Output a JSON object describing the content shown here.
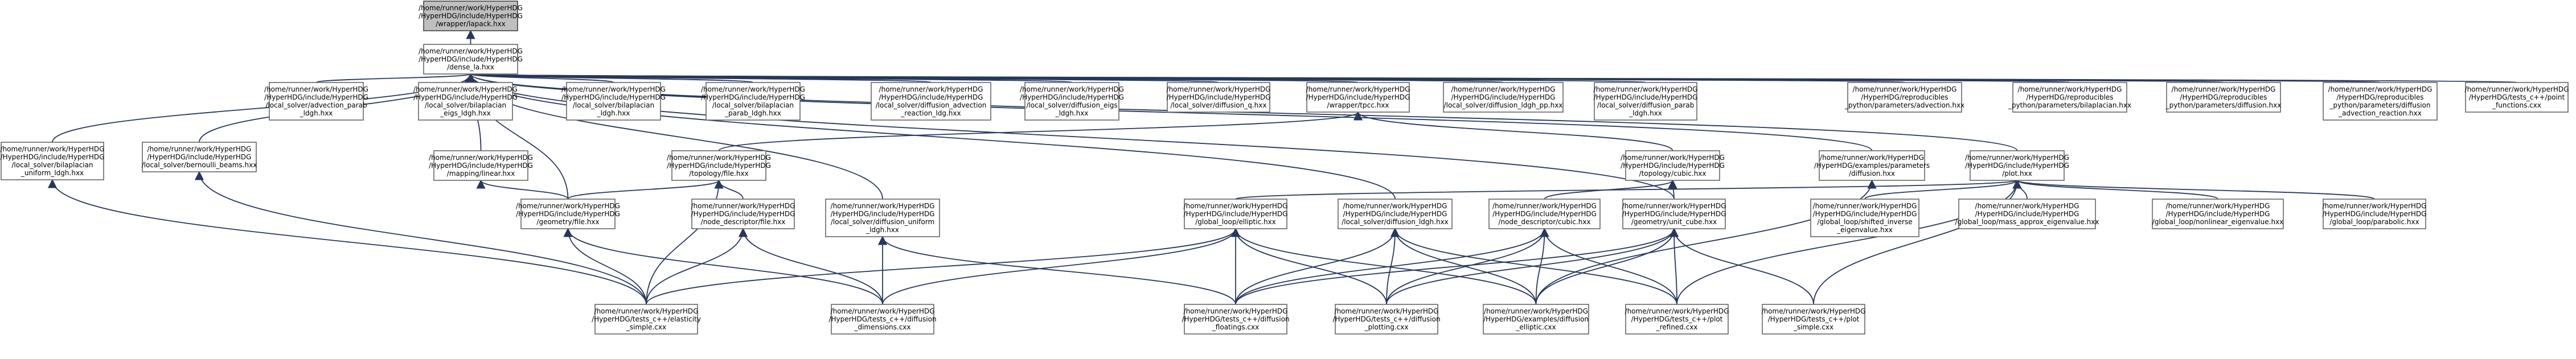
{
  "nodes": [
    {
      "id": "root",
      "lines": [
        "/home/runner/work/HyperHDG",
        "/HyperHDG/include/HyperHDG",
        "/wrapper/lapack.hxx"
      ]
    },
    {
      "id": "dense",
      "lines": [
        "/home/runner/work/HyperHDG",
        "/HyperHDG/include/HyperHDG",
        "/dense_la.hxx"
      ]
    },
    {
      "id": "adv",
      "lines": [
        "/home/runner/work/HyperHDG",
        "/HyperHDG/include/HyperHDG",
        "/local_solver/advection_parab",
        "_ldgh.hxx"
      ]
    },
    {
      "id": "bil_eigs",
      "lines": [
        "/home/runner/work/HyperHDG",
        "/HyperHDG/include/HyperHDG",
        "/local_solver/bilaplacian",
        "_eigs_ldgh.hxx"
      ]
    },
    {
      "id": "bil_ldgh",
      "lines": [
        "/home/runner/work/HyperHDG",
        "/HyperHDG/include/HyperHDG",
        "/local_solver/bilaplacian",
        "_ldgh.hxx"
      ]
    },
    {
      "id": "bil_parab",
      "lines": [
        "/home/runner/work/HyperHDG",
        "/HyperHDG/include/HyperHDG",
        "/local_solver/bilaplacian",
        "_parab_ldgh.hxx"
      ]
    },
    {
      "id": "diff_adv",
      "lines": [
        "/home/runner/work/HyperHDG",
        "/HyperHDG/include/HyperHDG",
        "/local_solver/diffusion_advection",
        "_reaction_ldg.hxx"
      ]
    },
    {
      "id": "diff_eigs",
      "lines": [
        "/home/runner/work/HyperHDG",
        "/HyperHDG/include/HyperHDG",
        "/local_solver/diffusion_eigs",
        "_ldgh.hxx"
      ]
    },
    {
      "id": "diff_q",
      "lines": [
        "/home/runner/work/HyperHDG",
        "/HyperHDG/include/HyperHDG",
        "/local_solver/diffusion_q.hxx"
      ]
    },
    {
      "id": "tpcc",
      "lines": [
        "/home/runner/work/HyperHDG",
        "/HyperHDG/include/HyperHDG",
        "/wrapper/tpcc.hxx"
      ]
    },
    {
      "id": "diff_pp",
      "lines": [
        "/home/runner/work/HyperHDG",
        "/HyperHDG/include/HyperHDG",
        "/local_solver/diffusion_ldgh_pp.hxx"
      ]
    },
    {
      "id": "diff_parab",
      "lines": [
        "/home/runner/work/HyperHDG",
        "/HyperHDG/include/HyperHDG",
        "/local_solver/diffusion_parab",
        "_ldgh.hxx"
      ]
    },
    {
      "id": "py_adv",
      "lines": [
        "/home/runner/work/HyperHDG",
        "/HyperHDG/reproducibles",
        "_python/parameters/advection.hxx"
      ]
    },
    {
      "id": "py_bil",
      "lines": [
        "/home/runner/work/HyperHDG",
        "/HyperHDG/reproducibles",
        "_python/parameters/bilaplacian.hxx"
      ]
    },
    {
      "id": "py_diff",
      "lines": [
        "/home/runner/work/HyperHDG",
        "/HyperHDG/reproducibles",
        "_python/parameters/diffusion.hxx"
      ]
    },
    {
      "id": "py_dar",
      "lines": [
        "/home/runner/work/HyperHDG",
        "/HyperHDG/reproducibles",
        "_python/parameters/diffusion",
        "_advection_reaction.hxx"
      ]
    },
    {
      "id": "tests_point",
      "lines": [
        "/home/runner/work/HyperHDG",
        "/HyperHDG/tests_c++/point",
        "_functions.cxx"
      ]
    },
    {
      "id": "bil_uniform",
      "lines": [
        "/home/runner/work/HyperHDG",
        "/HyperHDG/include/HyperHDG",
        "/local_solver/bilaplacian",
        "_uniform_ldgh.hxx"
      ]
    },
    {
      "id": "bernoulli",
      "lines": [
        "/home/runner/work/HyperHDG",
        "/HyperHDG/include/HyperHDG",
        "/local_solver/bernoulli_beams.hxx"
      ]
    },
    {
      "id": "mapping",
      "lines": [
        "/home/runner/work/HyperHDG",
        "/HyperHDG/include/HyperHDG",
        "/mapping/linear.hxx"
      ]
    },
    {
      "id": "topo_file",
      "lines": [
        "/home/runner/work/HyperHDG",
        "/HyperHDG/include/HyperHDG",
        "/topology/file.hxx"
      ]
    },
    {
      "id": "topo_cubic",
      "lines": [
        "/home/runner/work/HyperHDG",
        "/HyperHDG/include/HyperHDG",
        "/topology/cubic.hxx"
      ]
    },
    {
      "id": "ex_params",
      "lines": [
        "/home/runner/work/HyperHDG",
        "/HyperHDG/examples/parameters",
        "/diffusion.hxx"
      ]
    },
    {
      "id": "plot",
      "lines": [
        "/home/runner/work/HyperHDG",
        "/HyperHDG/include/HyperHDG",
        "/plot.hxx"
      ]
    },
    {
      "id": "geom_file",
      "lines": [
        "/home/runner/work/HyperHDG",
        "/HyperHDG/include/HyperHDG",
        "/geometry/file.hxx"
      ]
    },
    {
      "id": "node_file",
      "lines": [
        "/home/runner/work/HyperHDG",
        "/HyperHDG/include/HyperHDG",
        "/node_descriptor/file.hxx"
      ]
    },
    {
      "id": "diff_uniform",
      "lines": [
        "/home/runner/work/HyperHDG",
        "/HyperHDG/include/HyperHDG",
        "/local_solver/diffusion_uniform",
        "_ldgh.hxx"
      ]
    },
    {
      "id": "gl_elliptic",
      "lines": [
        "/home/runner/work/HyperHDG",
        "/HyperHDG/include/HyperHDG",
        "/global_loop/elliptic.hxx"
      ]
    },
    {
      "id": "diff_ldgh",
      "lines": [
        "/home/runner/work/HyperHDG",
        "/HyperHDG/include/HyperHDG",
        "/local_solver/diffusion_ldgh.hxx"
      ]
    },
    {
      "id": "node_cubic",
      "lines": [
        "/home/runner/work/HyperHDG",
        "/HyperHDG/include/HyperHDG",
        "/node_descriptor/cubic.hxx"
      ]
    },
    {
      "id": "unit_cube",
      "lines": [
        "/home/runner/work/HyperHDG",
        "/HyperHDG/include/HyperHDG",
        "/geometry/unit_cube.hxx"
      ]
    },
    {
      "id": "shifted",
      "lines": [
        "/home/runner/work/HyperHDG",
        "/HyperHDG/include/HyperHDG",
        "/global_loop/shifted_inverse",
        "_eigenvalue.hxx"
      ]
    },
    {
      "id": "mass_approx",
      "lines": [
        "/home/runner/work/HyperHDG",
        "/HyperHDG/include/HyperHDG",
        "/global_loop/mass_approx_eigenvalue.hxx"
      ]
    },
    {
      "id": "nonlinear",
      "lines": [
        "/home/runner/work/HyperHDG",
        "/HyperHDG/include/HyperHDG",
        "/global_loop/nonlinear_eigenvalue.hxx"
      ]
    },
    {
      "id": "parabolic",
      "lines": [
        "/home/runner/work/HyperHDG",
        "/HyperHDG/include/HyperHDG",
        "/global_loop/parabolic.hxx"
      ]
    },
    {
      "id": "t_elasticity",
      "lines": [
        "/home/runner/work/HyperHDG",
        "/HyperHDG/tests_c++/elasticity",
        "_simple.cxx"
      ]
    },
    {
      "id": "t_dimensions",
      "lines": [
        "/home/runner/work/HyperHDG",
        "/HyperHDG/tests_c++/diffusion",
        "_dimensions.cxx"
      ]
    },
    {
      "id": "t_floatings",
      "lines": [
        "/home/runner/work/HyperHDG",
        "/HyperHDG/tests_c++/diffusion",
        "_floatings.cxx"
      ]
    },
    {
      "id": "t_plotting",
      "lines": [
        "/home/runner/work/HyperHDG",
        "/HyperHDG/tests_c++/diffusion",
        "_plotting.cxx"
      ]
    },
    {
      "id": "ex_elliptic",
      "lines": [
        "/home/runner/work/HyperHDG",
        "/HyperHDG/examples/diffusion",
        "_elliptic.cxx"
      ]
    },
    {
      "id": "t_refined",
      "lines": [
        "/home/runner/work/HyperHDG",
        "/HyperHDG/tests_c++/plot",
        "_refined.cxx"
      ]
    },
    {
      "id": "t_plot_simple",
      "lines": [
        "/home/runner/work/HyperHDG",
        "/HyperHDG/tests_c++/plot",
        "_simple.cxx"
      ]
    }
  ],
  "edges": [
    [
      "dense",
      "root"
    ],
    [
      "adv",
      "dense"
    ],
    [
      "bil_eigs",
      "dense"
    ],
    [
      "bil_ldgh",
      "dense"
    ],
    [
      "bil_parab",
      "dense"
    ],
    [
      "diff_adv",
      "dense"
    ],
    [
      "diff_eigs",
      "dense"
    ],
    [
      "diff_q",
      "dense"
    ],
    [
      "tpcc",
      "dense"
    ],
    [
      "diff_pp",
      "dense"
    ],
    [
      "diff_parab",
      "dense"
    ],
    [
      "py_adv",
      "dense"
    ],
    [
      "py_bil",
      "dense"
    ],
    [
      "py_diff",
      "dense"
    ],
    [
      "py_dar",
      "dense"
    ],
    [
      "tests_point",
      "dense"
    ],
    [
      "bil_uniform",
      "dense"
    ],
    [
      "bernoulli",
      "dense"
    ],
    [
      "mapping",
      "dense"
    ],
    [
      "geom_file",
      "dense"
    ],
    [
      "diff_uniform",
      "dense"
    ],
    [
      "diff_ldgh",
      "dense"
    ],
    [
      "unit_cube",
      "dense"
    ],
    [
      "ex_params",
      "dense"
    ],
    [
      "plot",
      "dense"
    ],
    [
      "topo_file",
      "tpcc"
    ],
    [
      "topo_cubic",
      "tpcc"
    ],
    [
      "geom_file",
      "mapping"
    ],
    [
      "geom_file",
      "topo_file"
    ],
    [
      "node_file",
      "topo_file"
    ],
    [
      "t_elasticity",
      "topo_file"
    ],
    [
      "t_elasticity",
      "bil_uniform"
    ],
    [
      "t_elasticity",
      "bernoulli"
    ],
    [
      "t_elasticity",
      "geom_file"
    ],
    [
      "t_elasticity",
      "node_file"
    ],
    [
      "t_dimensions",
      "geom_file"
    ],
    [
      "t_dimensions",
      "node_file"
    ],
    [
      "t_dimensions",
      "diff_uniform"
    ],
    [
      "node_cubic",
      "topo_cubic"
    ],
    [
      "unit_cube",
      "topo_cubic"
    ],
    [
      "gl_elliptic",
      "plot"
    ],
    [
      "shifted",
      "plot"
    ],
    [
      "mass_approx",
      "plot"
    ],
    [
      "nonlinear",
      "plot"
    ],
    [
      "parabolic",
      "plot"
    ],
    [
      "t_refined",
      "plot"
    ],
    [
      "t_plot_simple",
      "plot"
    ],
    [
      "t_floatings",
      "diff_uniform"
    ],
    [
      "t_floatings",
      "gl_elliptic"
    ],
    [
      "t_floatings",
      "diff_ldgh"
    ],
    [
      "t_floatings",
      "node_cubic"
    ],
    [
      "t_floatings",
      "unit_cube"
    ],
    [
      "t_dimensions",
      "gl_elliptic"
    ],
    [
      "t_elasticity",
      "gl_elliptic"
    ],
    [
      "t_plotting",
      "gl_elliptic"
    ],
    [
      "t_plotting",
      "diff_ldgh"
    ],
    [
      "t_plotting",
      "node_cubic"
    ],
    [
      "t_plotting",
      "unit_cube"
    ],
    [
      "ex_elliptic",
      "gl_elliptic"
    ],
    [
      "ex_elliptic",
      "diff_ldgh"
    ],
    [
      "ex_elliptic",
      "node_cubic"
    ],
    [
      "ex_elliptic",
      "unit_cube"
    ],
    [
      "ex_elliptic",
      "ex_params"
    ],
    [
      "t_refined",
      "unit_cube"
    ],
    [
      "t_refined",
      "node_cubic"
    ],
    [
      "t_refined",
      "diff_ldgh"
    ],
    [
      "t_plot_simple",
      "unit_cube"
    ]
  ]
}
